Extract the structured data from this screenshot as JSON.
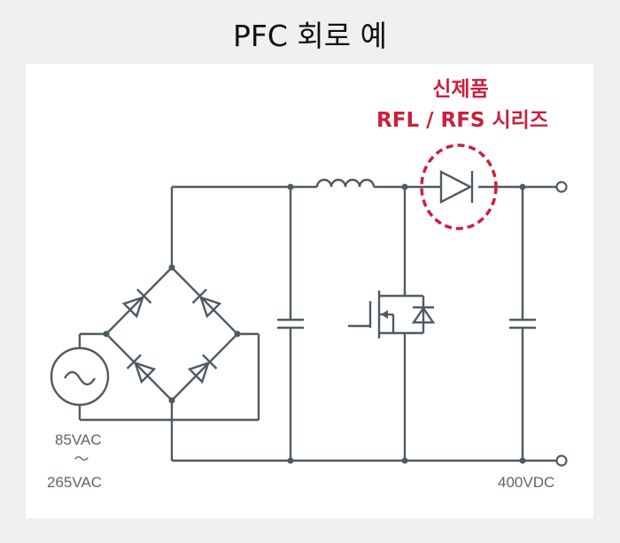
{
  "title": "PFC 회로 예",
  "highlight": {
    "line1": "신제품",
    "line2": "RFL / RFS 시리즈",
    "color": "#cc1f3b"
  },
  "input_label": {
    "line1": "85VAC",
    "line2": "～",
    "line3": "265VAC"
  },
  "output_label": "400VDC",
  "colors": {
    "wire": "#4f5b62",
    "background": "#eef0f1",
    "panel": "#ffffff"
  }
}
